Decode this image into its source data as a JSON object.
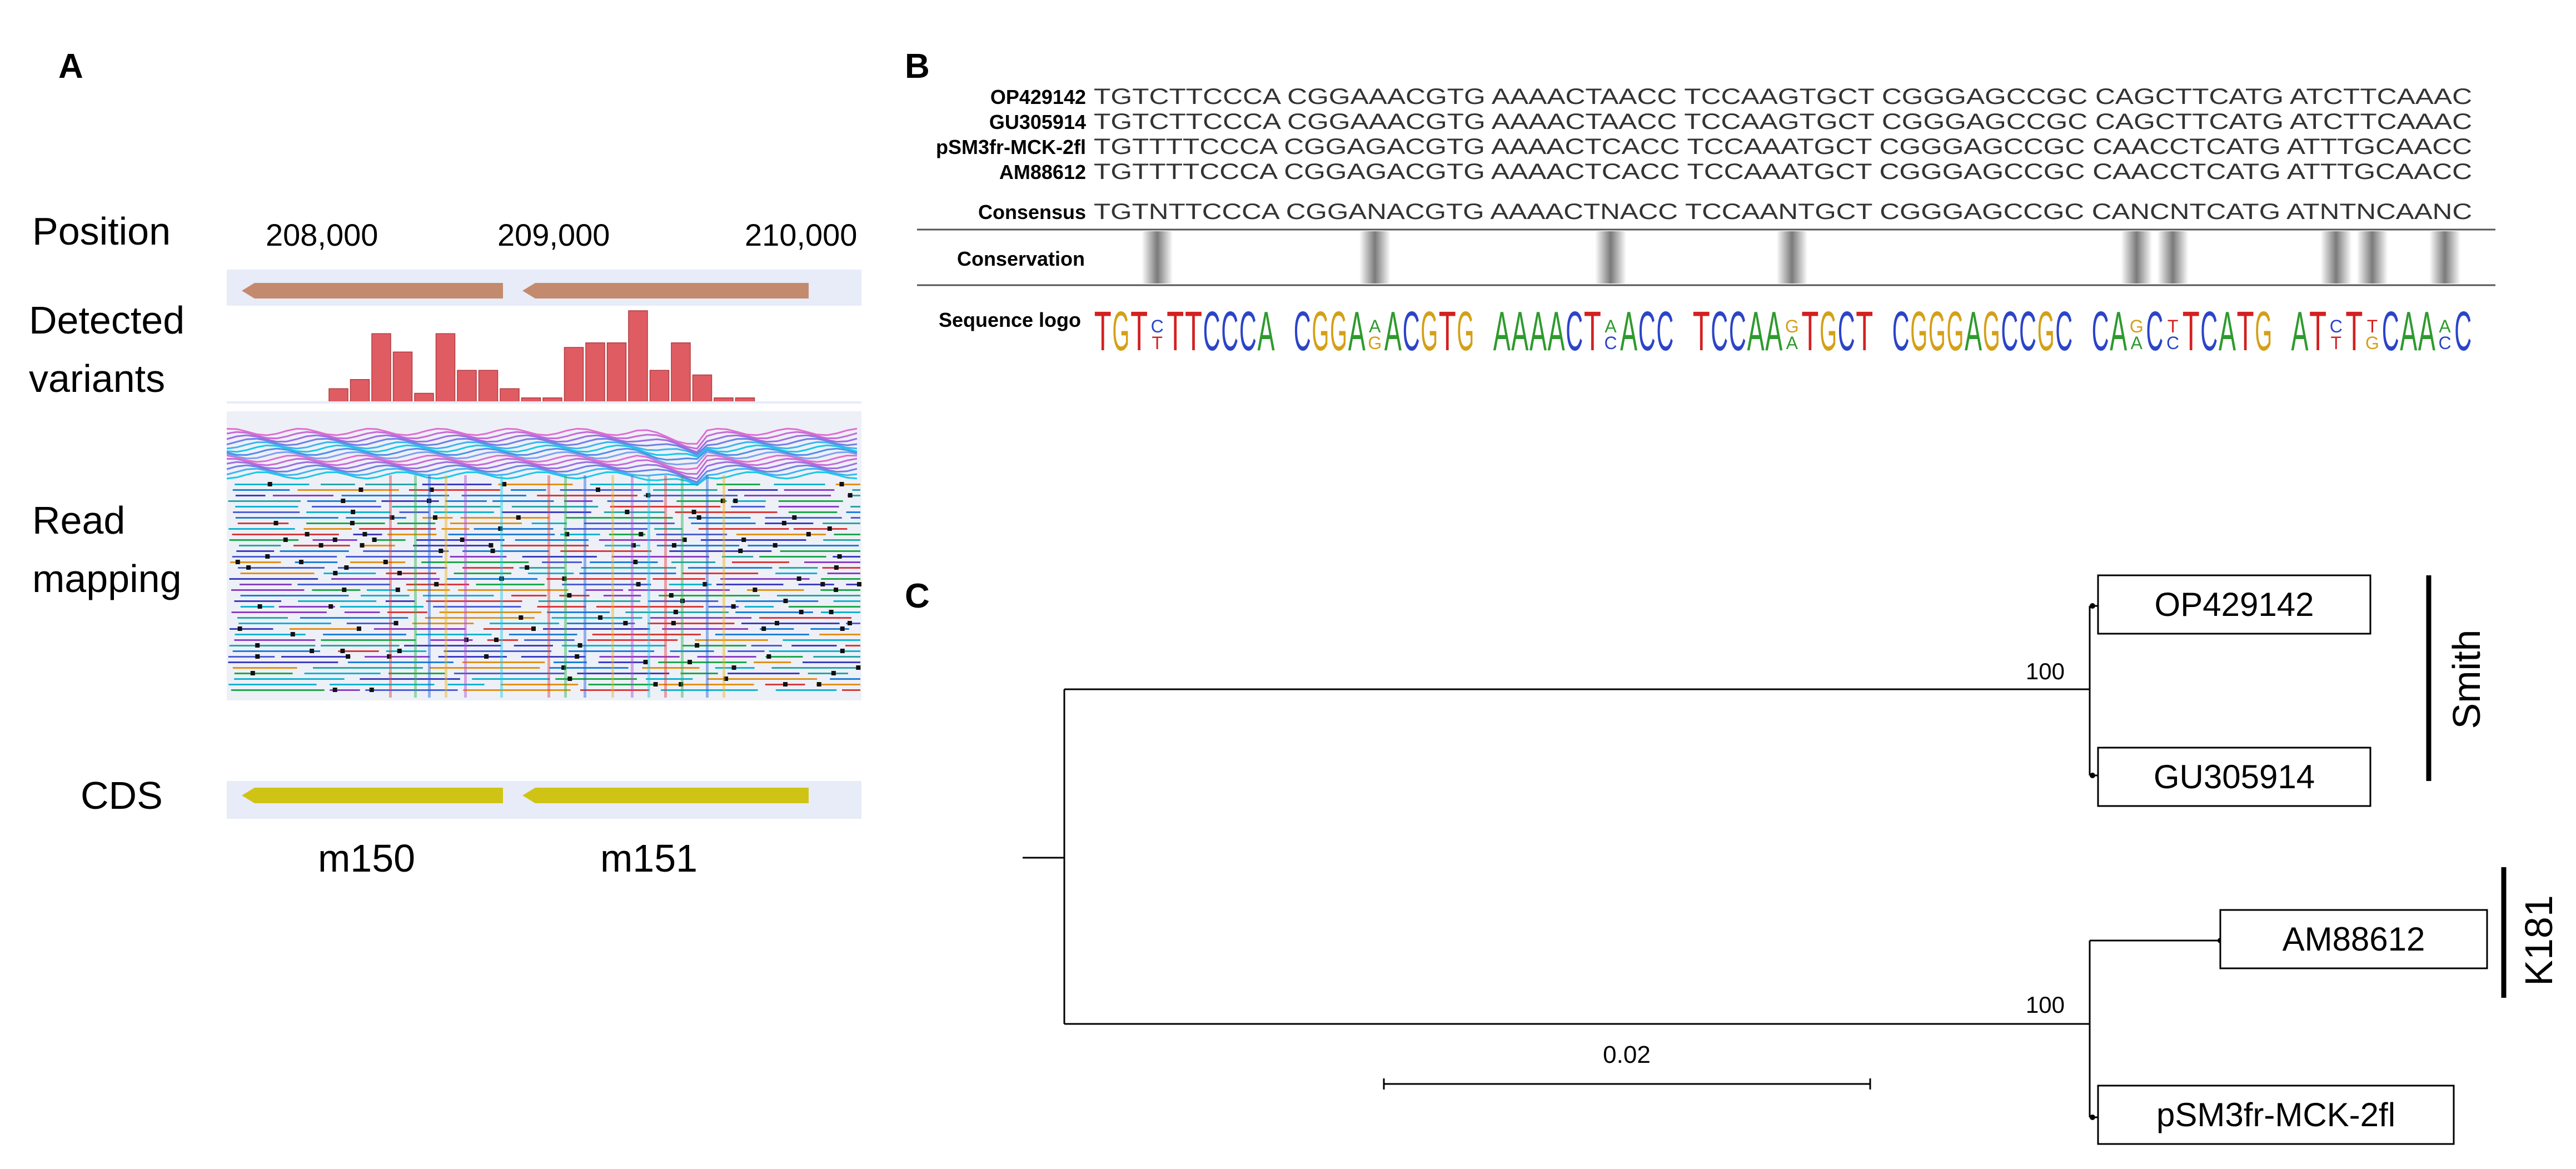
{
  "panel_a": {
    "letter": "A",
    "row_labels": {
      "position": "Position",
      "variants_1": "Detected",
      "variants_2": "variants",
      "mapping_1": "Read",
      "mapping_2": "mapping",
      "cds": "CDS"
    },
    "ticks": [
      "208,000",
      "209,000",
      "210,000"
    ],
    "genes": [
      "m150",
      "m151"
    ],
    "variant_counts": [
      0.15,
      0.25,
      0.75,
      0.55,
      0.1,
      0.75,
      0.35,
      0.35,
      0.15,
      0.05,
      0.05,
      0.6,
      0.65,
      0.65,
      1.0,
      0.35,
      0.65,
      0.3,
      0.05,
      0.05
    ],
    "colors": {
      "track_bg": "#e8ebf8",
      "gene_arrow": "#c48a6e",
      "cds_arrow": "#cfc416",
      "variant_bar": "#e05c63"
    }
  },
  "panel_b": {
    "letter": "B",
    "sequences": [
      {
        "name": "OP429142",
        "seq": "TGTCTTCCCA CGGAAACGTG AAAACTAACC TCCAAGTGCT CGGGAGCCGC CAGCTTCATG ATCTTCAAAC"
      },
      {
        "name": "GU305914",
        "seq": "TGTCTTCCCA CGGAAACGTG AAAACTAACC TCCAAGTGCT CGGGAGCCGC CAGCTTCATG ATCTTCAAAC"
      },
      {
        "name": "pSM3fr-MCK-2fl",
        "seq": "TGTTTTCCCA CGGAGACGTG AAAACTCACC TCCAAATGCT CGGGAGCCGC CAACCTCATG ATTTGCAACC"
      },
      {
        "name": "AM88612",
        "seq": "TGTTTTCCCA CGGAGACGTG AAAACTCACC TCCAAATGCT CGGGAGCCGC CAACCTCATG ATTTGCAACC"
      },
      {
        "name": "Consensus",
        "seq": "TGTNTTCCCA CGGANACGTG AAAACTNACC TCCAANTGCT CGGGAGCCGC CANCNTCATG ATNTNCAANC"
      }
    ],
    "conservation_label": "Conservation",
    "logo_label": "Sequence logo",
    "logo_groups": [
      "TGT TTCCCA",
      "CGGA ACGTG",
      "AAAACT ACC",
      "TCCAA TGCT",
      "CGGGAGCCGC",
      "CA C TCATG",
      "AT T CAA C"
    ],
    "logo_colors": {
      "A": "#2e9a2e",
      "C": "#2b44c9",
      "G": "#d4a017",
      "T": "#d32020"
    }
  },
  "panel_c": {
    "letter": "C",
    "taxa": [
      "OP429142",
      "GU305914",
      "AM88612",
      "pSM3fr-MCK-2fl"
    ],
    "bootstrap": [
      "100",
      "100"
    ],
    "scale_label": "0.02",
    "clades": [
      "Smith",
      "K181"
    ]
  }
}
